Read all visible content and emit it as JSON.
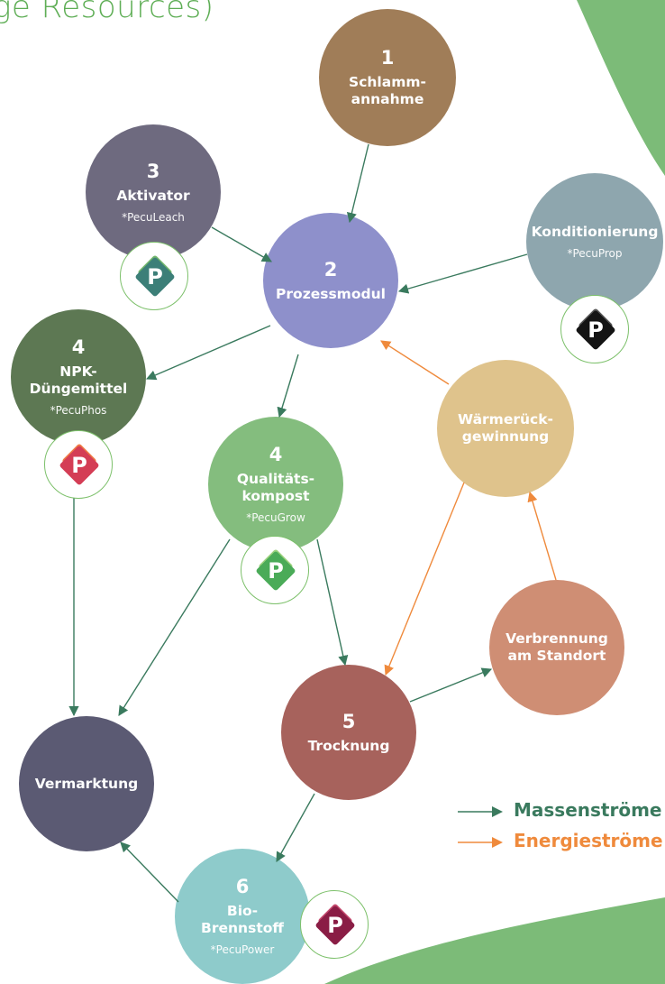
{
  "header": {
    "title": "ge Resources)"
  },
  "colors": {
    "mass_flow": "#3a7a5e",
    "energy_flow": "#ef8a3c",
    "accent_green": "#7cbb78"
  },
  "nodes": [
    {
      "id": "n1",
      "number": "1",
      "title": "Schlamm-\nannahme",
      "sub": "",
      "color": "#a07d58"
    },
    {
      "id": "n2",
      "number": "2",
      "title": "Prozessmodul",
      "sub": "",
      "color": "#8e90cb"
    },
    {
      "id": "n3",
      "number": "3",
      "title": "Aktivator",
      "sub": "*PecuLeach",
      "color": "#6e6a7f"
    },
    {
      "id": "nk",
      "number": "",
      "title": "Konditionierung",
      "sub": "*PecuProp",
      "color": "#8ea6ae"
    },
    {
      "id": "n4a",
      "number": "4",
      "title": "NPK-\nDüngemittel",
      "sub": "*PecuPhos",
      "color": "#5d7853"
    },
    {
      "id": "n4b",
      "number": "4",
      "title": "Qualitäts-\nkompost",
      "sub": "*PecuGrow",
      "color": "#84bd7e"
    },
    {
      "id": "nw",
      "number": "",
      "title": "Wärmerück-\ngewinnung",
      "sub": "",
      "color": "#dfc38c"
    },
    {
      "id": "nv",
      "number": "",
      "title": "Verbrennung\nam Standort",
      "sub": "",
      "color": "#cf8e74"
    },
    {
      "id": "n5",
      "number": "5",
      "title": "Trocknung",
      "sub": "",
      "color": "#a7625c"
    },
    {
      "id": "nm",
      "number": "",
      "title": "Vermarktung",
      "sub": "",
      "color": "#5b5a73"
    },
    {
      "id": "n6",
      "number": "6",
      "title": "Bio-\nBrennstoff",
      "sub": "*PecuPower",
      "color": "#8ecbcb"
    }
  ],
  "badges": [
    {
      "id": "b-leach",
      "label": "P",
      "icon": "peculeach-logo-icon",
      "color": "#3c7f78",
      "accent": "#72b66c"
    },
    {
      "id": "b-prop",
      "label": "P",
      "icon": "pecuprop-logo-icon",
      "color": "#141414",
      "accent": "#555555"
    },
    {
      "id": "b-phos",
      "label": "P",
      "icon": "pecuphos-logo-icon",
      "color": "#d43d55",
      "accent": "#ef7a45"
    },
    {
      "id": "b-grow",
      "label": "P",
      "icon": "pecugrow-logo-icon",
      "color": "#4aab58",
      "accent": "#9dd27f"
    },
    {
      "id": "b-power",
      "label": "P",
      "icon": "pecupower-logo-icon",
      "color": "#8a1d45",
      "accent": "#c54a6f"
    }
  ],
  "edges": [
    {
      "from": "n1",
      "to": "n2",
      "type": "mass"
    },
    {
      "from": "n3",
      "to": "n2",
      "type": "mass"
    },
    {
      "from": "nk",
      "to": "n2",
      "type": "mass"
    },
    {
      "from": "n2",
      "to": "n4a",
      "type": "mass"
    },
    {
      "from": "n2",
      "to": "n4b",
      "type": "mass"
    },
    {
      "from": "n4a",
      "to": "nm",
      "type": "mass"
    },
    {
      "from": "n4b",
      "to": "nm",
      "type": "mass"
    },
    {
      "from": "n4b",
      "to": "n5",
      "type": "mass"
    },
    {
      "from": "n5",
      "to": "nv",
      "type": "mass"
    },
    {
      "from": "n5",
      "to": "n6",
      "type": "mass"
    },
    {
      "from": "n6",
      "to": "nm",
      "type": "mass"
    },
    {
      "from": "nw",
      "to": "n2",
      "type": "energy"
    },
    {
      "from": "nw",
      "to": "n5",
      "type": "energy"
    },
    {
      "from": "nv",
      "to": "nw",
      "type": "energy"
    }
  ],
  "legend": {
    "mass": "Massenströme",
    "energy": "Energieströme"
  }
}
